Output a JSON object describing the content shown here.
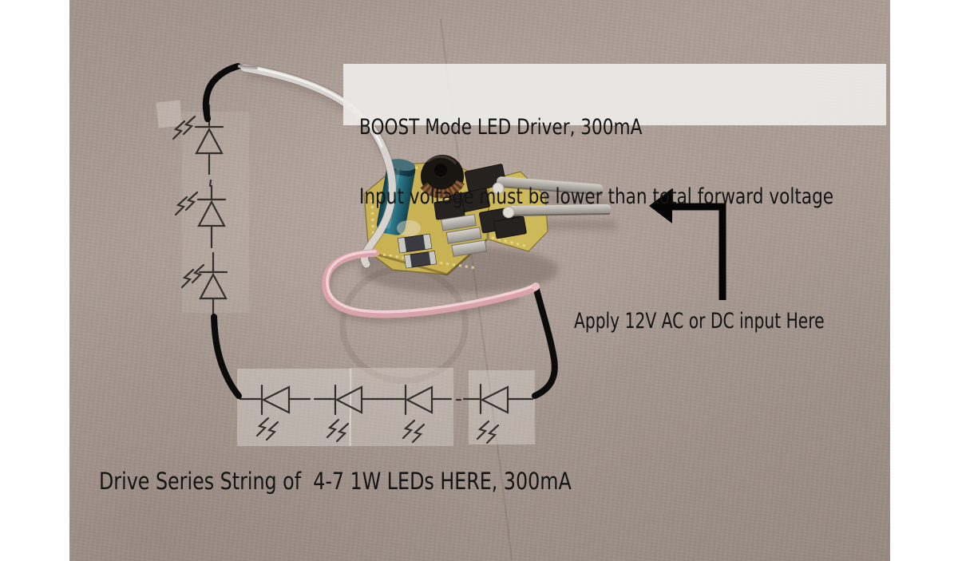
{
  "scene": {
    "description": "annotated photo of a small LED driver circuit board on cardboard",
    "annotations": {
      "header": {
        "line1": "BOOST Mode LED Driver, 300mA",
        "line2": "Input voltage must be lower than total forward voltage"
      },
      "input_label": "Apply 12V AC or DC input Here",
      "output_label": "Drive Series String of  4-7 1W LEDs HERE, 300mA"
    },
    "diagram": {
      "vertical_led_symbol_count": 3,
      "horizontal_led_symbol_count": 4,
      "pcb": "boost-mode LED driver board with two metal input pins",
      "wires": {
        "hand_drawn_wire_color": "#0b0b0b",
        "white_input_wire_color": "#d7d3cf",
        "pink_output_wire_color": "#daa3ab"
      }
    },
    "colors": {
      "cardboard": "#a89a92",
      "label_box": "#edebE7",
      "text": "#141414",
      "pcb_yellow": "#c9b254",
      "capacitor_teal": "#2f8294",
      "arrow_black": "#050505"
    }
  }
}
